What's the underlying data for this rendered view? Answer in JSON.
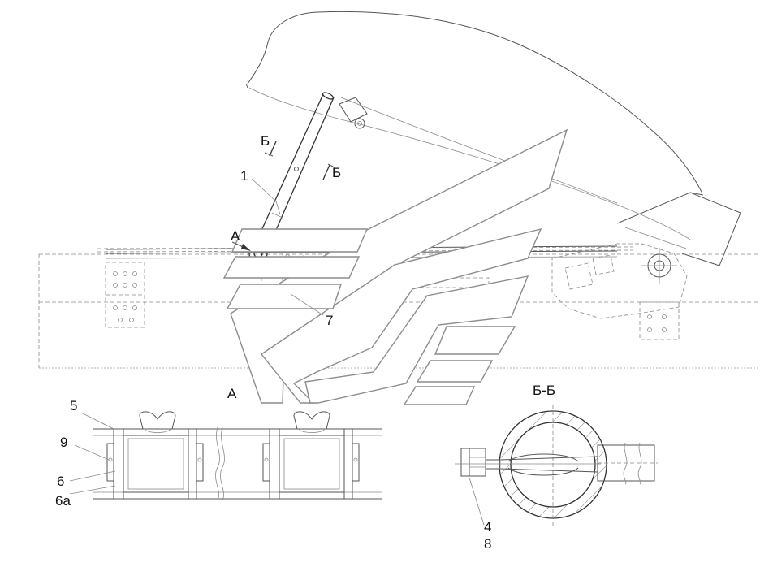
{
  "labels": {
    "part_1": "1",
    "part_4": "4",
    "part_5": "5",
    "part_6": "6",
    "part_6a": "6а",
    "part_7": "7",
    "part_8": "8",
    "part_9": "9",
    "view_a_marker": "А",
    "view_a_title": "А",
    "section_b_mark_top": "Б",
    "section_b_mark_right": "Б",
    "section_bb_title": "Б-Б"
  }
}
